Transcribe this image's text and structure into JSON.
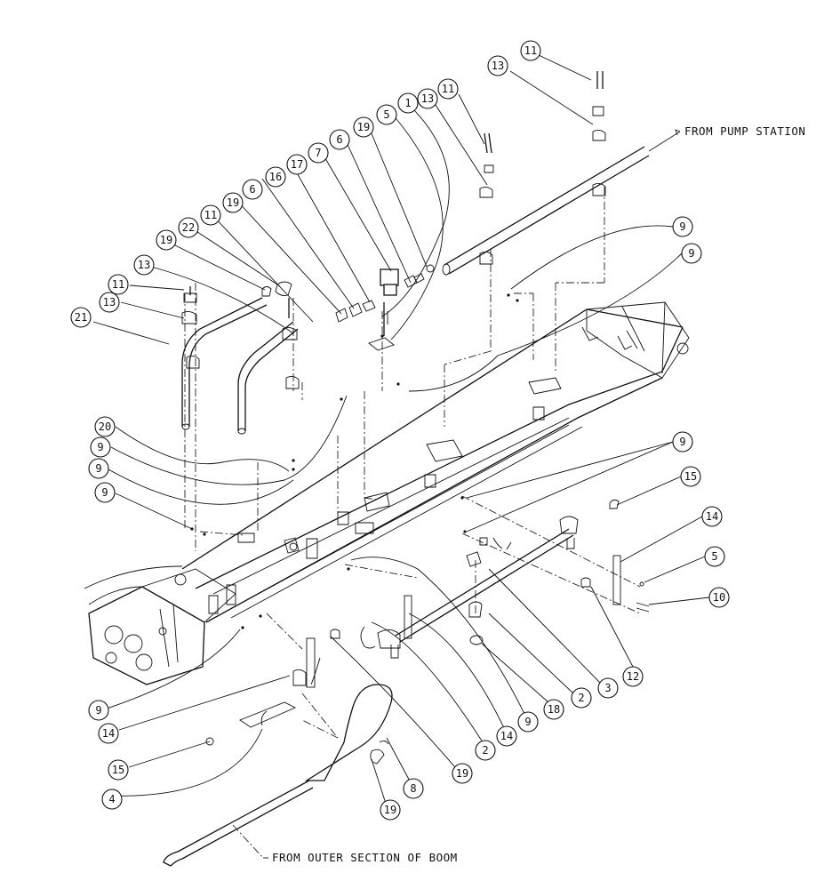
{
  "notes": {
    "pump_station": "FROM PUMP STATION",
    "outer_section": "FROM OUTER SECTION OF BOOM"
  },
  "balloons": [
    {
      "id": "b11a",
      "label": "11"
    },
    {
      "id": "b13a",
      "label": "13"
    },
    {
      "id": "b11b",
      "label": "11"
    },
    {
      "id": "b13b",
      "label": "13"
    },
    {
      "id": "b1",
      "label": "1"
    },
    {
      "id": "b5a",
      "label": "5"
    },
    {
      "id": "b19a",
      "label": "19"
    },
    {
      "id": "b6a",
      "label": "6"
    },
    {
      "id": "b7",
      "label": "7"
    },
    {
      "id": "b17",
      "label": "17"
    },
    {
      "id": "b16",
      "label": "16"
    },
    {
      "id": "b6b",
      "label": "6"
    },
    {
      "id": "b19b",
      "label": "19"
    },
    {
      "id": "b11c",
      "label": "11"
    },
    {
      "id": "b22",
      "label": "22"
    },
    {
      "id": "b19c",
      "label": "19"
    },
    {
      "id": "b13c",
      "label": "13"
    },
    {
      "id": "b11d",
      "label": "11"
    },
    {
      "id": "b13d",
      "label": "13"
    },
    {
      "id": "b21",
      "label": "21"
    },
    {
      "id": "b9a",
      "label": "9"
    },
    {
      "id": "b9b",
      "label": "9"
    },
    {
      "id": "b20",
      "label": "20"
    },
    {
      "id": "b9c",
      "label": "9"
    },
    {
      "id": "b9d",
      "label": "9"
    },
    {
      "id": "b9e",
      "label": "9"
    },
    {
      "id": "b9f",
      "label": "9"
    },
    {
      "id": "b15a",
      "label": "15"
    },
    {
      "id": "b14a",
      "label": "14"
    },
    {
      "id": "b5b",
      "label": "5"
    },
    {
      "id": "b10",
      "label": "10"
    },
    {
      "id": "b12",
      "label": "12"
    },
    {
      "id": "b3",
      "label": "3"
    },
    {
      "id": "b2a",
      "label": "2"
    },
    {
      "id": "b18",
      "label": "18"
    },
    {
      "id": "b9g",
      "label": "9"
    },
    {
      "id": "b14b",
      "label": "14"
    },
    {
      "id": "b2b",
      "label": "2"
    },
    {
      "id": "b19d",
      "label": "19"
    },
    {
      "id": "b9h",
      "label": "9"
    },
    {
      "id": "b14c",
      "label": "14"
    },
    {
      "id": "b15b",
      "label": "15"
    },
    {
      "id": "b4",
      "label": "4"
    },
    {
      "id": "b8",
      "label": "8"
    },
    {
      "id": "b19e",
      "label": "19"
    }
  ]
}
